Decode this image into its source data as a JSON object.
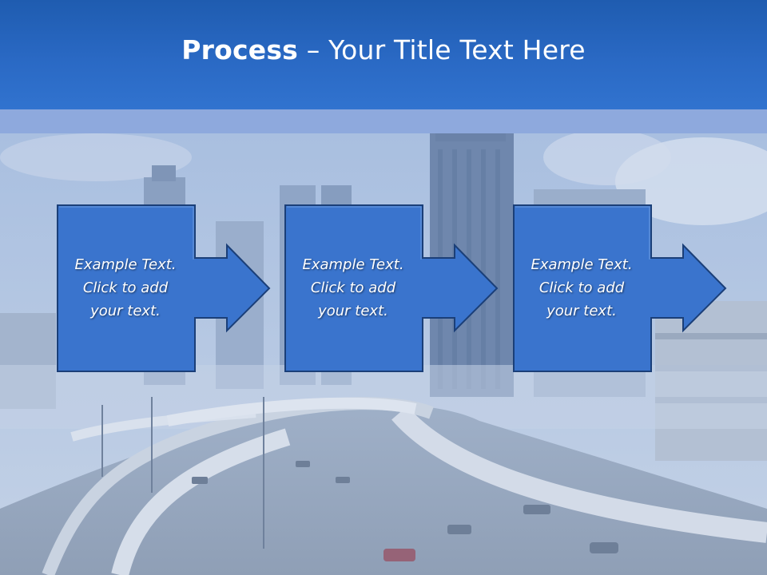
{
  "slide": {
    "title_bold": "Process",
    "title_rest": " – Your Title Text Here"
  },
  "steps": [
    {
      "line1": "Example Text.",
      "line2": "Click  to add",
      "line3": "your text."
    },
    {
      "line1": "Example Text.",
      "line2": "Click  to add",
      "line3": "your text."
    },
    {
      "line1": "Example Text.",
      "line2": "Click  to add",
      "line3": "your text."
    }
  ],
  "colors": {
    "header": "#2a69c4",
    "band": "#8ea9dd",
    "box_fill": "#3a74cd",
    "box_border": "#1b3f78",
    "background_tint": "#b9c9de"
  },
  "background_image": "city-skyline-highway-photo"
}
